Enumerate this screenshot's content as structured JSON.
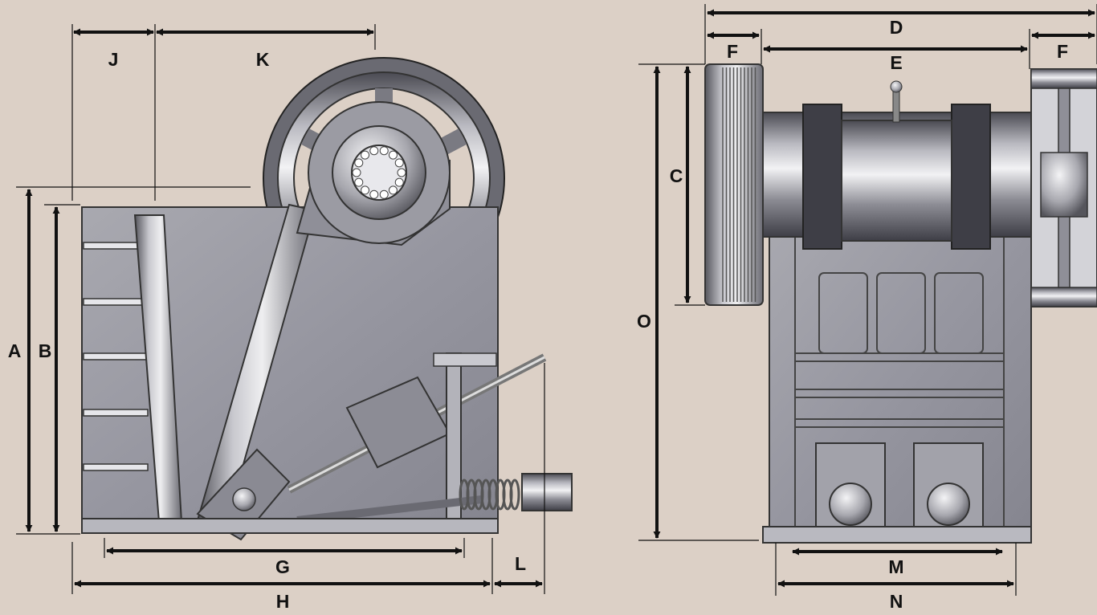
{
  "colors": {
    "background": "#dcd0c6",
    "metal_dark": "#5f5f66",
    "metal_mid": "#9a9aa2",
    "metal_light": "#d8d8dd",
    "line": "#111111"
  },
  "side_view": {
    "labels": {
      "A": "A",
      "B": "B",
      "J": "J",
      "K": "K",
      "G": "G",
      "H": "H",
      "L": "L"
    }
  },
  "front_view": {
    "labels": {
      "C": "C",
      "D": "D",
      "E": "E",
      "F_left": "F",
      "F_right": "F",
      "O": "O",
      "M": "M",
      "N": "N"
    }
  }
}
